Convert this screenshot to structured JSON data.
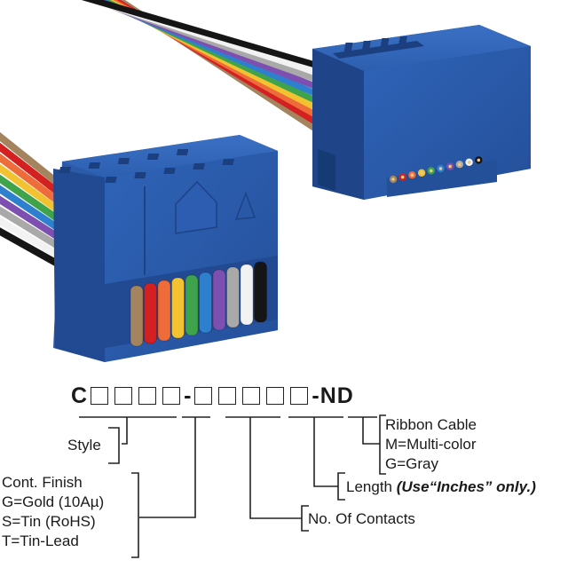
{
  "product": {
    "description": "Blue IDC ribbon cable assembly with two rectangular socket connectors and multi-color flat ribbon cable",
    "connector_color": "#2a5db0",
    "wire_colors": [
      {
        "name": "brown",
        "hex": "#a3845f"
      },
      {
        "name": "red",
        "hex": "#d42020"
      },
      {
        "name": "orange",
        "hex": "#ee6b3a"
      },
      {
        "name": "yellow",
        "hex": "#f2c230"
      },
      {
        "name": "green",
        "hex": "#3ea34a"
      },
      {
        "name": "blue",
        "hex": "#2f7fcf"
      },
      {
        "name": "violet",
        "hex": "#7d4fb0"
      },
      {
        "name": "gray",
        "hex": "#a9a9a9"
      },
      {
        "name": "white",
        "hex": "#f2f2f2"
      },
      {
        "name": "black",
        "hex": "#151515"
      }
    ]
  },
  "part_number": {
    "prefix": "C",
    "group1_boxes": 4,
    "separator1": "-",
    "group2_boxes": 5,
    "suffix": "-ND"
  },
  "legend": {
    "style": "Style",
    "cont_finish": {
      "title": "Cont. Finish",
      "options": [
        "G=Gold (10Aµ)",
        "S=Tin (RoHS)",
        "T=Tin-Lead"
      ]
    },
    "contacts": "No. Of Contacts",
    "length": {
      "label": "Length",
      "note": "(Use“Inches” only.)"
    },
    "ribbon_cable": {
      "title": "Ribbon Cable",
      "options": [
        "M=Multi-color",
        "G=Gray"
      ]
    }
  }
}
